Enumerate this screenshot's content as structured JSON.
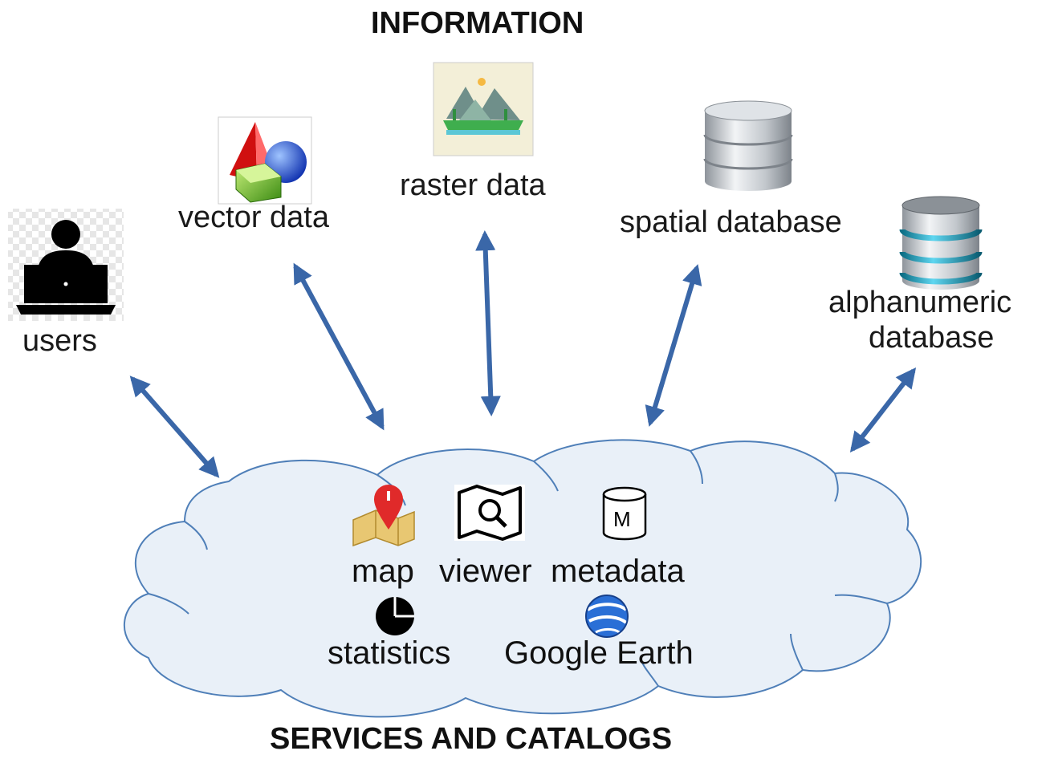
{
  "title_top": "INFORMATION",
  "title_bottom": "SERVICES AND CATALOGS",
  "sources": {
    "users": "users",
    "vector": "vector data",
    "raster": "raster data",
    "spatial": "spatial database",
    "alpha_line1": "alphanumeric",
    "alpha_line2": "database"
  },
  "services": {
    "map": "map",
    "viewer": "viewer",
    "metadata": "metadata",
    "metadata_glyph": "M",
    "statistics": "statistics",
    "google_earth": "Google Earth"
  },
  "icons": [
    "user-laptop-icon",
    "shapes-icon",
    "landscape-icon",
    "database-icon",
    "database-blue-icon",
    "map-pin-icon",
    "viewer-icon",
    "metadata-icon",
    "pie-chart-icon",
    "google-earth-icon"
  ],
  "colors": {
    "arrow": "#3a67a8",
    "cloud_fill": "#e9f0f8",
    "cloud_stroke": "#4f7fb8"
  }
}
